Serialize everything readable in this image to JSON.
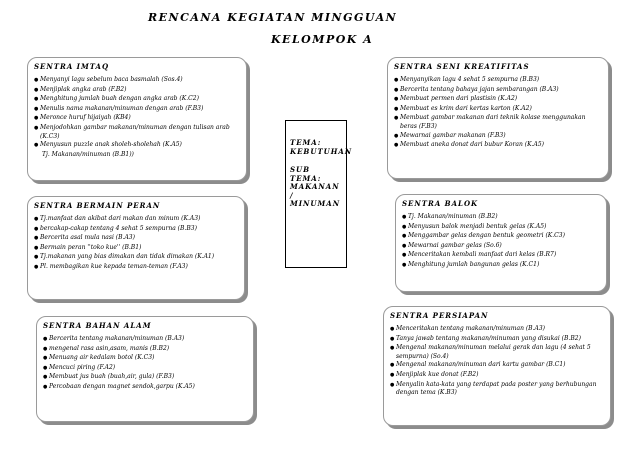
{
  "title_line1": "RENCANA KEGIATAN MINGGUAN",
  "title_line2": "KELOMPOK A",
  "center": {
    "tema": "TEMA: KEBUTUHAN",
    "subtema": "SUB TEMA: MAKANAN / MINUMAN"
  },
  "sentra_imtaq": {
    "title": "SENTRA IMTAQ",
    "items": [
      "Menyanyi lagu sebelum baca basmalah (Sos.4)",
      "Menjiplak angka arab (F.B2)",
      "Menghitung jumlah buah dengan angka arab (K.C2)",
      "Menulis nama makanan/minuman dengan arab (F.B3)",
      "Meronce huruf hijaiyah (KB4)",
      "Menjodohkan gambar makanan/minuman dengan tulisan arab (K.C3)",
      "Menyusun puzzle anak sholeh-sholehah (K.A5)"
    ],
    "extra": "Tj. Makanan/minuman (B.B1))"
  },
  "sentra_seni": {
    "title": "SENTRA SENI KREATIFITAS",
    "items": [
      "Menyanyikan lagu 4 sehat 5 sempurna (B.B3)",
      "Bercerita tentang bahaya jajan sembarangan (B.A3)",
      "Membuat permen dari plastisin (K.A2)",
      "Membuat es krim dari kertas karton (K.A2)",
      "Membuat gambar makanan dari teknik kolase menggunakan beras (F.B3)",
      "Mewarnai gambar makanan (F.B3)",
      "Membuat aneka donat dari bubur Koran (K.A5)"
    ]
  },
  "sentra_bermain_peran": {
    "title": "SENTRA BERMAIN PERAN",
    "items": [
      "Tj.manfaat dan akibat dari makan dan minum (K.A3)",
      "bercakap-cakap tentang 4 sehat 5 sempurna (B.B3)",
      "Bercerita asal mula nasi (B.A3)",
      "Bermain peran ''toko kue'' (B.B1)",
      "Tj.makanan yang bias dimakan dan tidak dimakan (K.A1)",
      "Pl. membagikan kue kepada teman-teman (F.A3)"
    ]
  },
  "sentra_balok": {
    "title": "SENTRA BALOK",
    "items": [
      "Tj. Makanan/minuman (B.B2)",
      "Menyusun balok menjadi bentuk gelas (K.A5)",
      "Menggambar gelas dengan bentuk geometri (K.C3)",
      "Mewarnai gambar gelas (So.6)",
      "Menceritakan kembali manfaat dari kelas (B.R7)",
      "Menghitung jumlah bangunan gelas (K.C1)"
    ]
  },
  "sentra_bahan_alam": {
    "title": "SENTRA BAHAN ALAM",
    "items": [
      "Bercerita tentang makanan/minuman (B.A3)",
      "mengenal rasa asin,asam, manis (B.B2)",
      "Menuang air kedalam botol (K.C3)",
      "Mencuci piring (F.A2)",
      "Membuat jus buah (buah,air, gula) (F.B3)",
      "Percobaan dengan magnet sendok,garpu (K.A5)"
    ]
  },
  "sentra_persiapan": {
    "title": "SENTRA PERSIAPAN",
    "items": [
      "Menceritakan tentang makanan/minuman (B.A3)",
      "Tanya jawab tentang makanan/minuman yang disukai (B.B2)",
      "Mengenal makanan/minuman melalui gerak dan lagu (4 sehat 5 sempurna) (So.4)",
      "Mengenal makanan/minuman dari kartu gambar (B.C1)",
      "Menjiplak kue donat (F.B2)",
      "Menyalin kata-kata yang terdapat pada poster yang berhubungan dengan tema (K.B3)"
    ]
  }
}
